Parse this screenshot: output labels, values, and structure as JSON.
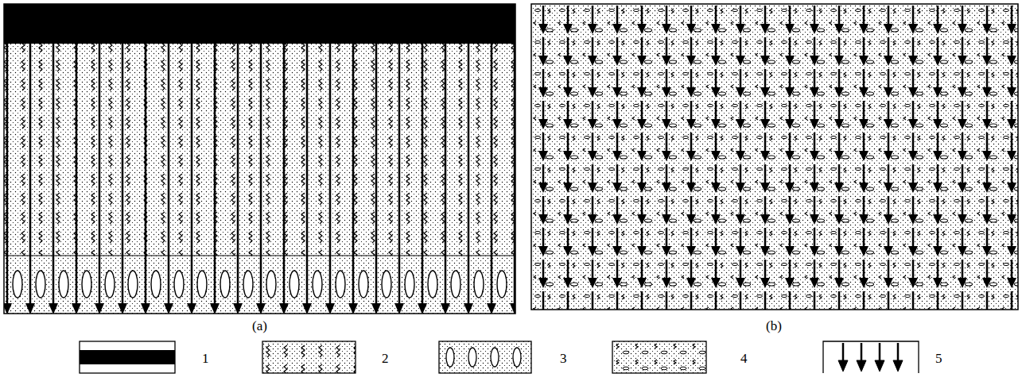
{
  "diagram": {
    "labels": [
      "(a)",
      "(b)"
    ],
    "legend": [
      {
        "text": "1"
      },
      {
        "text": "2"
      },
      {
        "text": "3"
      },
      {
        "text": "4"
      },
      {
        "text": "5"
      }
    ]
  }
}
